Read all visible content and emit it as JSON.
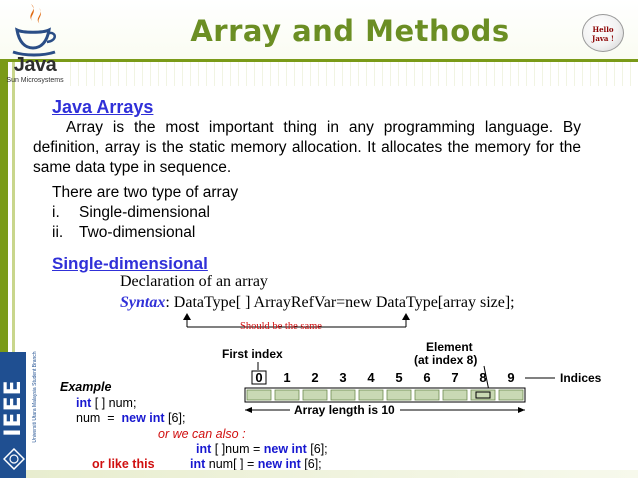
{
  "header": {
    "title": "Array and Methods",
    "logo_word": "Java",
    "logo_sub": "Sun Microsystems",
    "badge_line1": "Hello",
    "badge_line2": "Java !"
  },
  "sidebar": {
    "org": "IEEE",
    "org_sub": "Universiti Utara Malaysia Student Branch"
  },
  "section1": {
    "heading": "Java Arrays",
    "paragraph": "Array is the most important thing in any programming language. By definition, array is the static memory allocation. It allocates the memory for the same data type in sequence.",
    "types_intro": "There are two type of array",
    "types": [
      {
        "num": "i.",
        "label": "Single-dimensional"
      },
      {
        "num": "ii.",
        "label": "Two-dimensional"
      }
    ]
  },
  "section2": {
    "heading": "Single-dimensional",
    "declaration": "Declaration of an array",
    "syntax_label": "Syntax",
    "syntax_text": ": DataType[ ] ArrayRefVar=new DataType[array size];",
    "note": "Should be the same"
  },
  "diagram": {
    "first_index_label": "First index",
    "element_label_1": "Element",
    "element_label_2": "(at index 8)",
    "indices_label": "Indices",
    "length_label": "Array length is 10",
    "indices": [
      "0",
      "1",
      "2",
      "3",
      "4",
      "5",
      "6",
      "7",
      "8",
      "9"
    ],
    "highlight_index": 8
  },
  "code": {
    "example_label": "Example",
    "line1_kw": "int",
    "line1_rest": " [ ] num;",
    "line2_pre": "num  =  ",
    "line2_kw": "new int",
    "line2_rest": " [6];",
    "alt1": "or we can also :",
    "line3_kw1": "int",
    "line3_mid": " [ ]num = ",
    "line3_kw2": "new int",
    "line3_rest": " [6];",
    "alt2": "or like this",
    "line4_kw1": "int",
    "line4_mid": " num[ ] = ",
    "line4_kw2": "new int",
    "line4_rest": " [6];"
  },
  "colors": {
    "accent_green": "#6b8e23",
    "heading_blue": "#3030d8",
    "keyword_blue": "#1818d0",
    "alt_red": "#d01010",
    "ieee_blue": "#1f4f91"
  }
}
